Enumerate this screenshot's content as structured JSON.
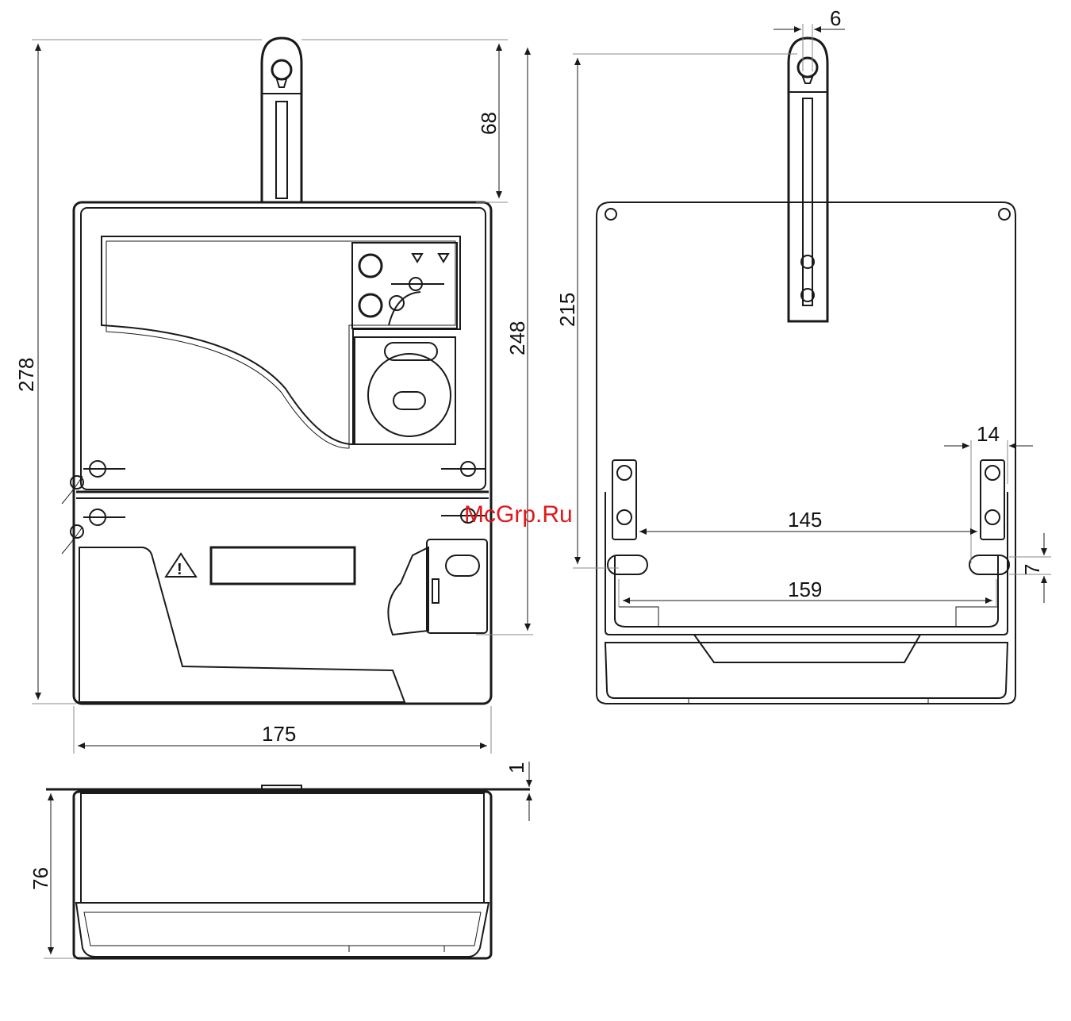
{
  "dimensions": {
    "front_total_height": "278",
    "front_body_height": "248",
    "hanger_height": "68",
    "front_width": "175",
    "side_thickness_offset": "1",
    "side_depth": "76",
    "rear_hanger_slot_width": "6",
    "rear_height": "215",
    "rear_terminal_width": "14",
    "rear_mount_spacing_inner": "145",
    "rear_mount_spacing_outer": "159",
    "rear_slot_height": "7"
  },
  "watermark": "McGrp.Ru",
  "warning_symbol": "!"
}
